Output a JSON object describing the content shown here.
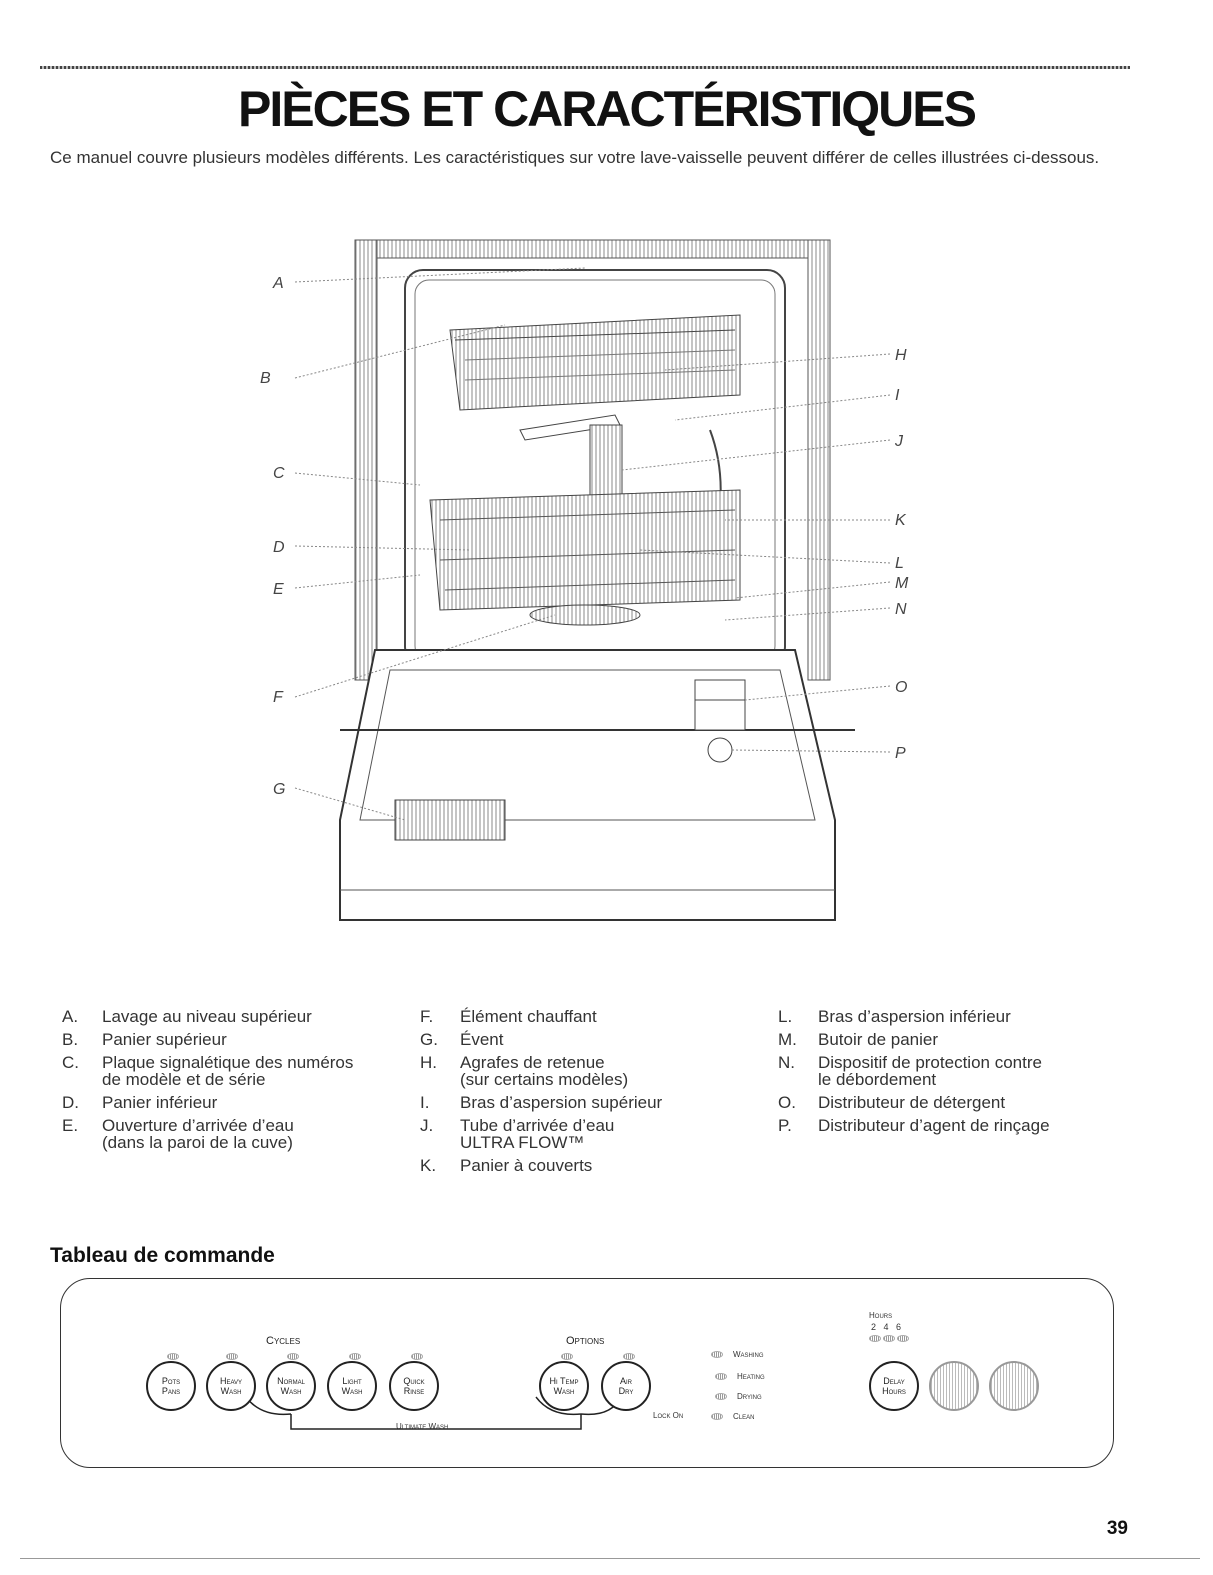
{
  "header": {
    "title": "PIÈCES ET CARACTÉRISTIQUES",
    "intro": "Ce manuel couvre plusieurs modèles différents. Les caractéristiques sur votre lave-vaisselle peuvent différer de celles illustrées ci-dessous."
  },
  "diagram": {
    "callouts": [
      "A",
      "B",
      "C",
      "D",
      "E",
      "F",
      "G",
      "H",
      "I",
      "J",
      "K",
      "L",
      "M",
      "N",
      "O",
      "P"
    ]
  },
  "parts": {
    "col1": [
      {
        "letter": "A.",
        "text": "Lavage au niveau supérieur"
      },
      {
        "letter": "B.",
        "text": "Panier supérieur"
      },
      {
        "letter": "C.",
        "text": "Plaque signalétique des numéros\nde modèle et de série"
      },
      {
        "letter": "D.",
        "text": "Panier inférieur"
      },
      {
        "letter": "E.",
        "text": "Ouverture d’arrivée d’eau\n(dans la paroi de la cuve)"
      }
    ],
    "col2": [
      {
        "letter": "F.",
        "text": "Élément chauffant"
      },
      {
        "letter": "G.",
        "text": "Évent"
      },
      {
        "letter": "H.",
        "text": "Agrafes de retenue\n(sur certains modèles)"
      },
      {
        "letter": "I.",
        "text": "Bras d’aspersion supérieur"
      },
      {
        "letter": "J.",
        "text": "Tube d’arrivée d’eau\nULTRA FLOW™"
      },
      {
        "letter": "K.",
        "text": "Panier à couverts"
      }
    ],
    "col3": [
      {
        "letter": "L.",
        "text": "Bras d’aspersion inférieur"
      },
      {
        "letter": "M.",
        "text": "Butoir de panier"
      },
      {
        "letter": "N.",
        "text": "Dispositif de protection contre\nle débordement"
      },
      {
        "letter": "O.",
        "text": "Distributeur de détergent"
      },
      {
        "letter": "P.",
        "text": "Distributeur d’agent de rinçage"
      }
    ]
  },
  "control_panel": {
    "section_title": "Tableau de commande",
    "cycles_label": "Cycles",
    "options_label": "Options",
    "ultimate_wash": "Ultimate Wash",
    "cycle_buttons": [
      "Pots\nPans",
      "Heavy\nWash",
      "Normal\nWash",
      "Light\nWash",
      "Quick\nRinse"
    ],
    "option_buttons": [
      "Hi Temp\nWash",
      "Air\nDry"
    ],
    "lock_on": "Lock On",
    "status": [
      "Washing",
      "Heating",
      "Drying",
      "Clean"
    ],
    "hours_label": "Hours",
    "hours_values": "2   4   6",
    "delay_button": "Delay\nHours"
  },
  "footer": {
    "page_number": "39"
  }
}
